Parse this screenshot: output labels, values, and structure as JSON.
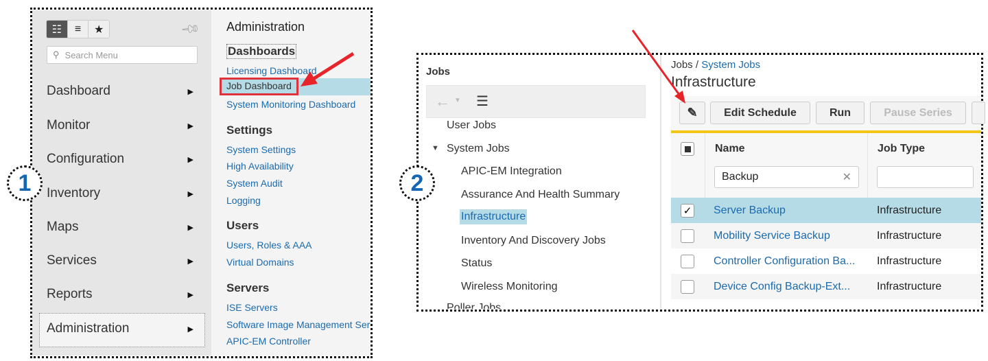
{
  "callouts": [
    "1",
    "2"
  ],
  "panel1": {
    "search_placeholder": "Search Menu",
    "nav": [
      "Dashboard",
      "Monitor",
      "Configuration",
      "Inventory",
      "Maps",
      "Services",
      "Reports",
      "Administration"
    ],
    "submenu_title": "Administration",
    "sections": [
      {
        "title": "Dashboards",
        "links": [
          "Licensing Dashboard",
          "Job Dashboard",
          "System Monitoring Dashboard"
        ]
      },
      {
        "title": "Settings",
        "links": [
          "System Settings",
          "High Availability",
          "System Audit",
          "Logging"
        ]
      },
      {
        "title": "Users",
        "links": [
          "Users, Roles & AAA",
          "Virtual Domains"
        ]
      },
      {
        "title": "Servers",
        "links": [
          "ISE Servers",
          "Software Image Management Servers",
          "APIC-EM Controller"
        ]
      }
    ],
    "highlighted_link": "Job Dashboard"
  },
  "panel2": {
    "tree_title": "Jobs",
    "tree": [
      "User Jobs",
      "System Jobs",
      "APIC-EM Integration",
      "Assurance And Health Summary",
      "Infrastructure",
      "Inventory And Discovery Jobs",
      "Status",
      "Wireless Monitoring",
      "Poller Jobs"
    ],
    "breadcrumb_root": "Jobs /",
    "breadcrumb_link": "System Jobs",
    "title": "Infrastructure",
    "buttons": {
      "edit_schedule": "Edit Schedule",
      "run": "Run",
      "pause_series": "Pause Series"
    },
    "columns": [
      "Name",
      "Job Type"
    ],
    "name_filter": "Backup",
    "rows": [
      {
        "name": "Server Backup",
        "type": "Infrastructure",
        "checked": true
      },
      {
        "name": "Mobility Service Backup",
        "type": "Infrastructure",
        "checked": false
      },
      {
        "name": "Controller Configuration Ba...",
        "type": "Infrastructure",
        "checked": false
      },
      {
        "name": "Device Config Backup-Ext...",
        "type": "Infrastructure",
        "checked": false
      }
    ]
  },
  "colors": {
    "link": "#1a6aaf",
    "selected_row": "#b5dbe6",
    "accent_bar": "#f2c518",
    "arrow": "#e8242b"
  }
}
